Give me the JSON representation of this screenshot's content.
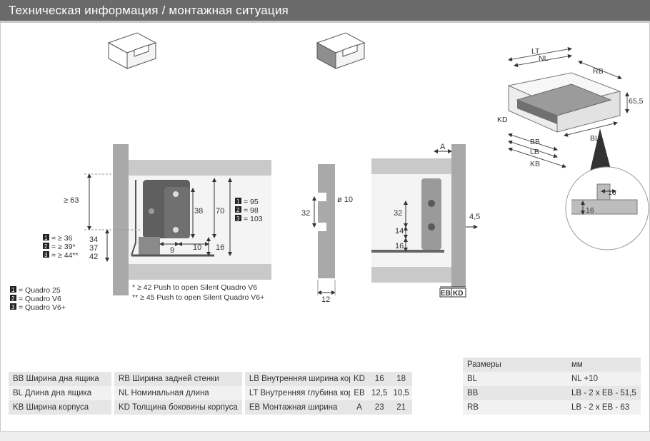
{
  "header": {
    "title": "Техническая информация / монтажная ситуация"
  },
  "diagram_labels": {
    "side_view": {
      "ge63": "≥ 63",
      "d38": "38",
      "d70": "70",
      "d9": "9",
      "d10": "10",
      "d16": "16",
      "d34": "34",
      "d37": "37",
      "d42": "42",
      "left_list": [
        "= ≥ 36",
        "= ≥ 39*",
        "= ≥ 44**"
      ],
      "right_list": [
        "= 95",
        "= 98",
        "= 103"
      ],
      "badges": [
        "1",
        "2",
        "3"
      ]
    },
    "legend": [
      "= Quadro 25",
      "= Quadro V6",
      "= Quadro V6+"
    ],
    "footnotes": [
      "*  ≥ 42 Push to open Silent Quadro V6",
      "** ≥ 45 Push to open Silent Quadro V6+"
    ],
    "panel": {
      "d10": "ø 10",
      "d32": "32",
      "d12": "12"
    },
    "front_view": {
      "A": "A",
      "d32": "32",
      "d14": "14",
      "d16": "16",
      "d45": "4,5",
      "EB": "EB",
      "KD": "KD"
    },
    "iso": {
      "LT": "LT",
      "NL": "NL",
      "RB": "RB",
      "d655": "65,5",
      "KD": "KD",
      "BB": "BB",
      "LB": "LB",
      "KB": "KB",
      "BL": "BL",
      "d16a": "16",
      "d16b": "16"
    }
  },
  "abbrev_table": [
    [
      "BB Ширина дна ящика",
      "RB Ширина задней стенки",
      "LB Внутренняя ширина корпуса"
    ],
    [
      "BL Длина дна ящика",
      "NL Номинальная длина",
      "LT Внутренняя глубина корпуса"
    ],
    [
      "KB Ширина корпуса",
      "KD Толщина боковины корпуса",
      "EB Монтажная ширина"
    ]
  ],
  "kd_table": [
    [
      "KD",
      "16",
      "18"
    ],
    [
      "EB",
      "12,5",
      "10,5"
    ],
    [
      "A",
      "23",
      "21"
    ]
  ],
  "sizes_table": {
    "header": [
      "Размеры",
      "мм"
    ],
    "rows": [
      [
        "BL",
        "NL +10"
      ],
      [
        "BB",
        "LB - 2 x EB - 51,5"
      ],
      [
        "RB",
        "LB - 2 x EB - 63"
      ]
    ]
  },
  "colors": {
    "header_bg": "#6a6a6a",
    "panel_gray": "#a9a9a9",
    "runner_dark": "#5f5f5f"
  }
}
